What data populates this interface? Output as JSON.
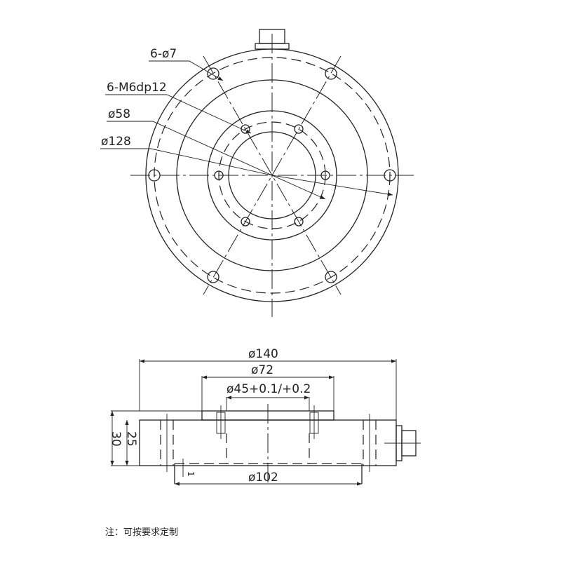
{
  "top_view": {
    "labels": {
      "through_holes": "6-ø7",
      "threaded_holes": "6-M6dp12",
      "inner_pcd": "ø58",
      "outer_pcd": "ø128"
    }
  },
  "side_view": {
    "labels": {
      "outer_diameter": "ø140",
      "plate_diameter": "ø72",
      "bore_diameter": "ø45+0.1/+0.2",
      "boss_diameter": "ø102",
      "total_height": "30",
      "body_height": "25",
      "boss_height": "1"
    }
  },
  "note": "注：可按要求定制"
}
